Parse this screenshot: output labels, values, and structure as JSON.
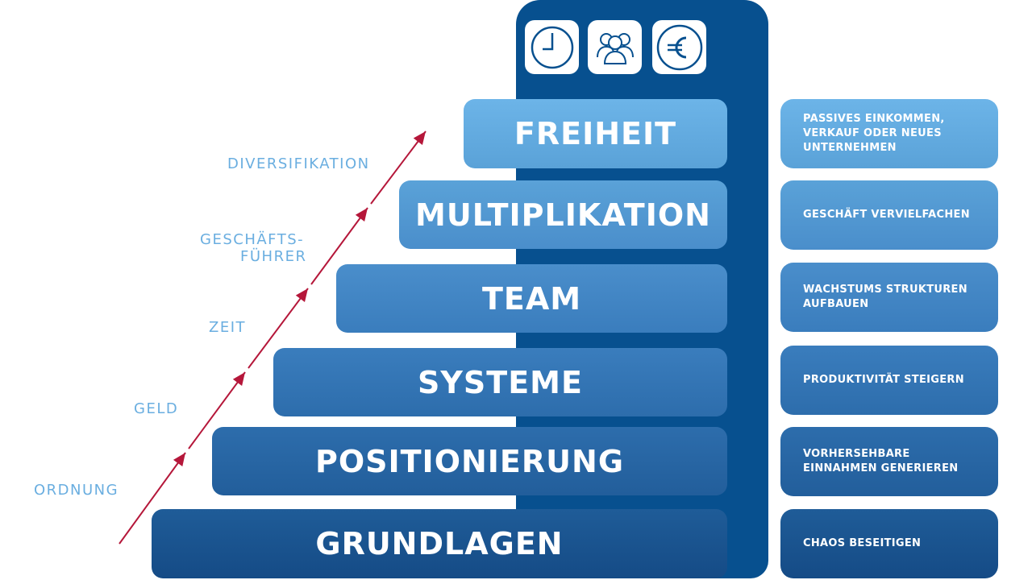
{
  "icons": [
    "clock-icon",
    "team-icon",
    "euro-icon"
  ],
  "steps": [
    {
      "title": "FREIHEIT",
      "desc": "PASSIVES EINKOMMEN, VERKAUF ODER NEUES UNTERNEHMEN",
      "color_top": "#6cb4e8",
      "color_bottom": "#5aa2d8"
    },
    {
      "title": "MULTIPLIKATION",
      "desc": "GESCHÄFT VERVIELFACHEN",
      "color_top": "#5aa2d8",
      "color_bottom": "#4a8ecb"
    },
    {
      "title": "TEAM",
      "desc": "WACHSTUMS STRUKTUREN AUFBAUEN",
      "color_top": "#4a8ecb",
      "color_bottom": "#3a7dbd"
    },
    {
      "title": "SYSTEME",
      "desc": "PRODUKTIVITÄT STEIGERN",
      "color_top": "#3a7dbd",
      "color_bottom": "#2d6dac"
    },
    {
      "title": "POSITIONIERUNG",
      "desc": "VORHERSEHBARE EINNAHMEN GENERIEREN",
      "color_top": "#2d6dac",
      "color_bottom": "#225e9b"
    },
    {
      "title": "GRUNDLAGEN",
      "desc": "CHAOS BESEITIGEN",
      "color_top": "#1f5c98",
      "color_bottom": "#154b86"
    }
  ],
  "side_labels": {
    "diversifikation": "DIVERSIFIKATION",
    "geschaefts": "GESCHÄFTS-",
    "fuehrer": "FÜHRER",
    "zeit": "ZEIT",
    "geld": "GELD",
    "ordnung": "ORDNUNG"
  },
  "arrow_color": "#b5173a"
}
